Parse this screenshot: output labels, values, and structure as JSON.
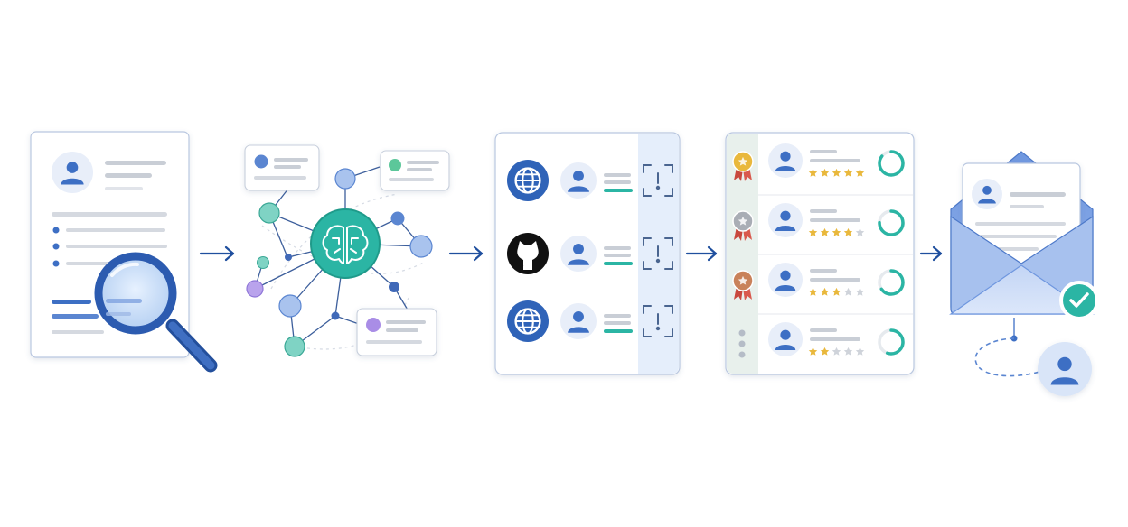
{
  "colors": {
    "primary": "#3d6fc4",
    "primary_dark": "#1f4f9e",
    "teal": "#2bb5a4",
    "teal_light": "#7fd3c4",
    "purple": "#a98de6",
    "green_dot": "#5cc79a",
    "line_gray": "#d3d7de",
    "panel_border": "#b9c7e0",
    "gold": "#e9b83c",
    "silver": "#a9adb5",
    "bronze": "#c9825a",
    "star_empty": "#cfd3da"
  },
  "stages": [
    {
      "name": "resume-screening",
      "icons": [
        "resume-document-icon",
        "magnifying-glass-icon"
      ]
    },
    {
      "name": "ai-matching",
      "icons": [
        "brain-icon",
        "network-graph-icon"
      ]
    },
    {
      "name": "profile-verification",
      "icons": [
        "globe-icon",
        "github-icon",
        "alert-scan-icon"
      ]
    },
    {
      "name": "candidate-ranking",
      "icons": [
        "gold-medal-icon",
        "silver-medal-icon",
        "bronze-medal-icon",
        "star-icon"
      ]
    },
    {
      "name": "outreach",
      "icons": [
        "envelope-icon",
        "check-badge-icon",
        "candidate-avatar-icon"
      ]
    }
  ],
  "verification_rows": [
    {
      "source_icon": "globe-icon"
    },
    {
      "source_icon": "github-icon"
    },
    {
      "source_icon": "globe-icon"
    }
  ],
  "ranking_rows": [
    {
      "medal": "gold",
      "stars": 5,
      "score": 0.85
    },
    {
      "medal": "silver",
      "stars": 4,
      "score": 0.75
    },
    {
      "medal": "bronze",
      "stars": 3,
      "score": 0.65
    },
    {
      "medal": "none",
      "stars": 2,
      "score": 0.55
    }
  ]
}
